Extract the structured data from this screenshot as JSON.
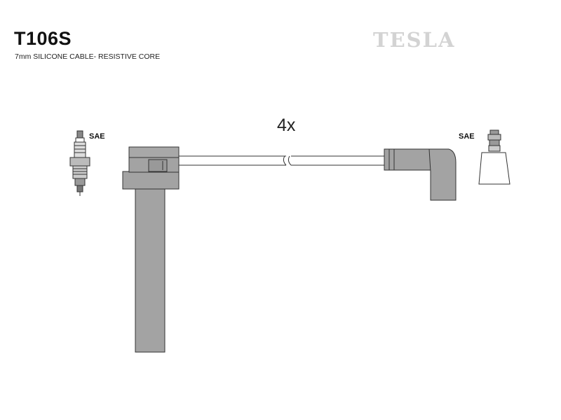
{
  "header": {
    "model_code": "T106S",
    "description": "7mm SILICONE CABLE- RESISTIVE CORE",
    "brand": "TESLA"
  },
  "diagram": {
    "quantity_label": "4x",
    "left_terminal_label": "SAE",
    "right_terminal_label": "SAE"
  },
  "colors": {
    "part_fill": "#a3a3a3",
    "outline": "#333333",
    "brand_watermark": "#d3d3d3"
  }
}
